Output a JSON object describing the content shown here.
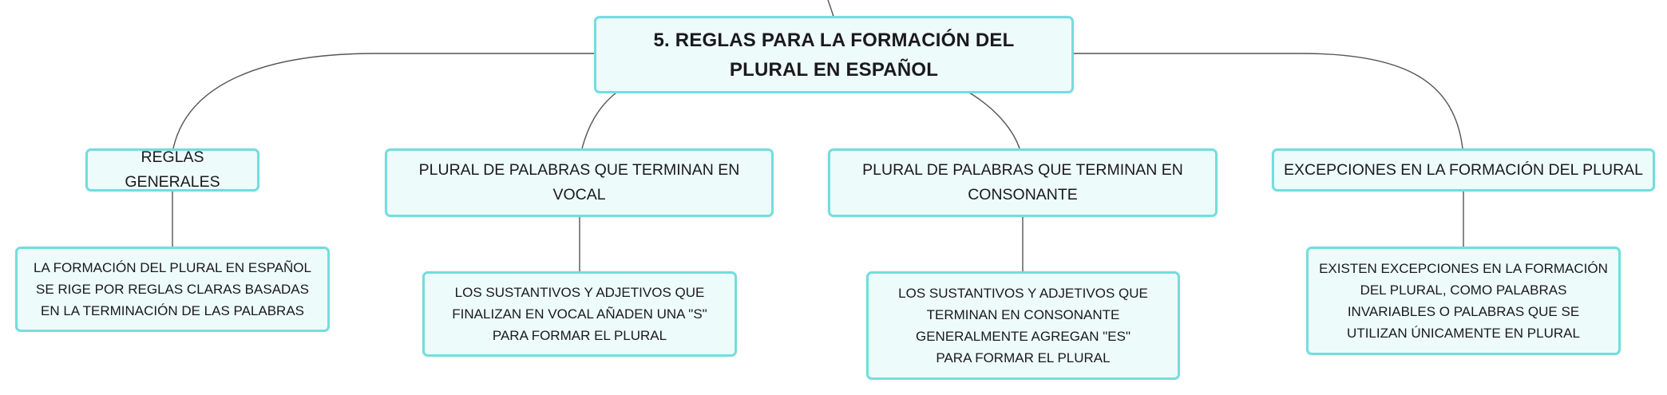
{
  "central_topic": {
    "label": "5. REGLAS PARA LA FORMACIÓN DEL PLURAL EN ESPAÑOL"
  },
  "branches": [
    {
      "label": "REGLAS GENERALES",
      "detail": "LA FORMACIÓN DEL PLURAL EN ESPAÑOL SE RIGE POR REGLAS CLARAS BASADAS EN LA TERMINACIÓN DE LAS PALABRAS"
    },
    {
      "label": "PLURAL DE PALABRAS QUE TERMINAN EN VOCAL",
      "detail": "LOS SUSTANTIVOS Y ADJETIVOS QUE FINALIZAN EN VOCAL AÑADEN UNA \"S\" PARA FORMAR EL PLURAL"
    },
    {
      "label": "PLURAL DE PALABRAS QUE TERMINAN EN CONSONANTE",
      "detail": "LOS SUSTANTIVOS Y ADJETIVOS QUE TERMINAN EN CONSONANTE GENERALMENTE AGREGAN \"ES\" PARA FORMAR EL PLURAL"
    },
    {
      "label": "EXCEPCIONES EN LA FORMACIÓN DEL PLURAL",
      "detail": "EXISTEN EXCEPCIONES EN LA FORMACIÓN DEL PLURAL, COMO PALABRAS INVARIABLES O PALABRAS QUE SE UTILIZAN ÚNICAMENTE EN PLURAL"
    }
  ],
  "colors": {
    "node_fill": "#eefbfb",
    "node_border": "#72dede",
    "connector": "#555555"
  }
}
